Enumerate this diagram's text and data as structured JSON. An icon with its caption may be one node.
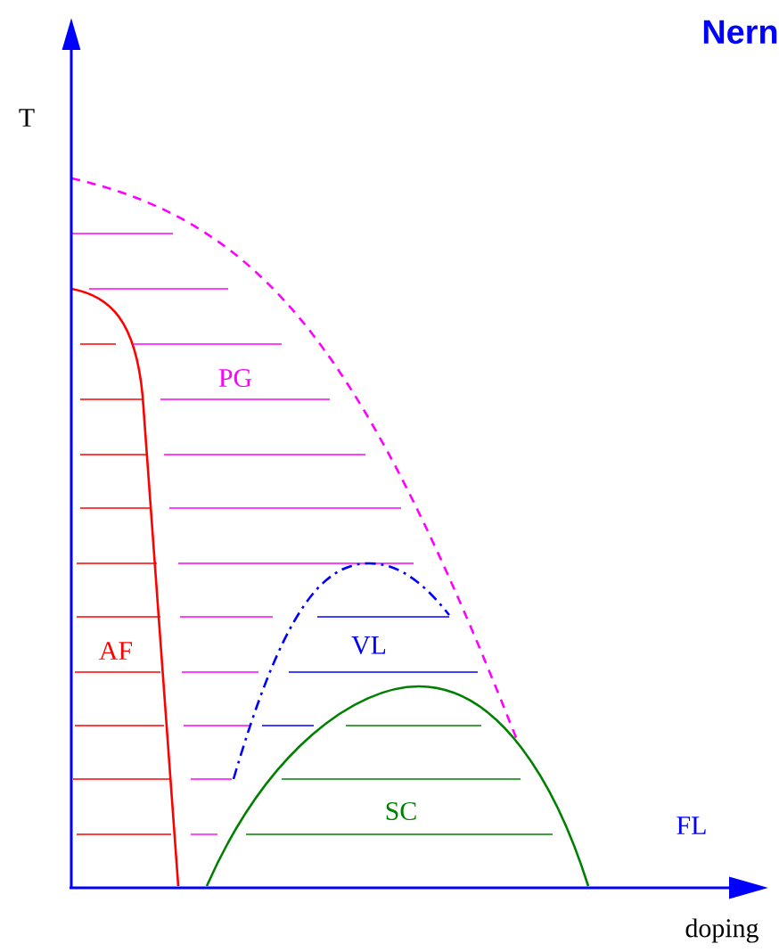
{
  "diagram": {
    "title": "Nern",
    "labels": [
      "T",
      "PG",
      "AF",
      "VL",
      "SC",
      "FL",
      "doping"
    ]
  }
}
